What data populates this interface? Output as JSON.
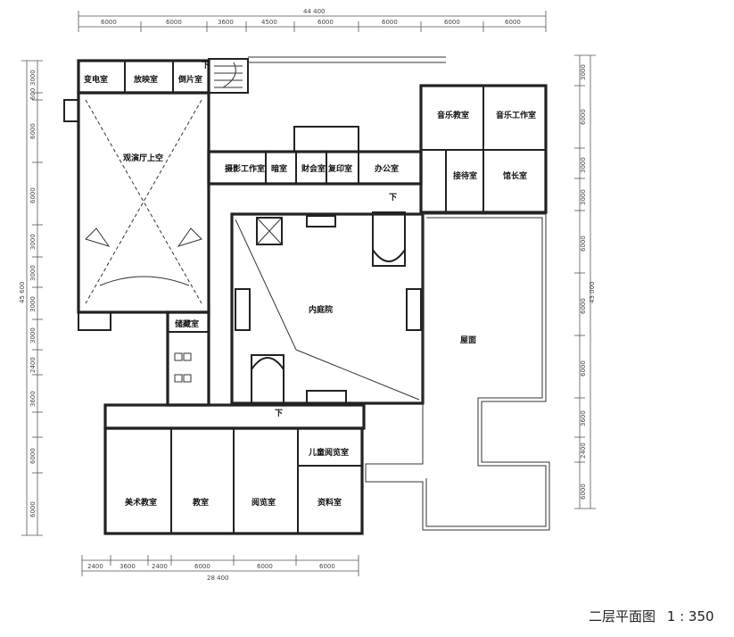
{
  "title": {
    "name": "二层平面图",
    "scale": "1 : 350"
  },
  "rooms": {
    "power": "变电室",
    "projection": "放映室",
    "rewind": "倒片室",
    "hall_void": "观演厅上空",
    "photo": "摄影工作室",
    "dark": "暗室",
    "finance": "财会室",
    "copy": "复印室",
    "office": "办公室",
    "music_class": "音乐教室",
    "music_studio": "音乐工作室",
    "reception": "接待室",
    "director": "馆长室",
    "courtyard": "内庭院",
    "roof": "屋面",
    "storage": "储藏室",
    "art_class": "美术教室",
    "classroom": "教室",
    "reading": "阅览室",
    "children_reading": "儿童阅览室",
    "archive": "资料室"
  },
  "stair_markers": {
    "down1": "下",
    "down2": "下",
    "down3": "下"
  },
  "dimensions": {
    "top_total": "44 400",
    "top": [
      "6000",
      "6000",
      "3600",
      "4500",
      "6000",
      "6000",
      "6000"
    ],
    "bottom_total": "28 400",
    "bottom": [
      "2400",
      "3600",
      "2400",
      "6000",
      "6000",
      "6000"
    ],
    "left_total": "45 600",
    "left": [
      "3000",
      "600",
      "6000",
      "6000",
      "3000",
      "3000",
      "3000",
      "3000",
      "2400",
      "3600",
      "6000"
    ],
    "right_total": "43 000",
    "right": [
      "3000",
      "6000",
      "3000",
      "3000",
      "6000",
      "6000",
      "6000",
      "3600",
      "2400",
      "6000"
    ]
  }
}
